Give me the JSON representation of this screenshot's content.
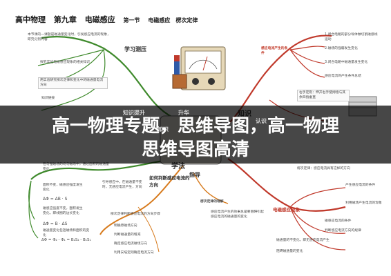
{
  "header": {
    "subject": "高中物理",
    "chapter": "第九章",
    "title": "电磁感应",
    "section": "第一节",
    "topic": "电磁感应　楞次定律"
  },
  "center": {
    "upper_label": "知识",
    "left_label": "学法",
    "right_label": "指导",
    "banner_top_left": "升华",
    "banner_top_right": "知识",
    "banner_right": "认识",
    "banner_left": "知识提升"
  },
  "banner": {
    "line1": "高一物理专题，思维导图，高一物理",
    "line2": "思维导图高清"
  },
  "left_top": {
    "intro": "本节课的一课题是磁通量变化时，引发感应电流的现象，研究分别内容",
    "branch": "学习测压",
    "n1": "探究实验电磁感应现象的相关知识",
    "n2": "用实验研究楞次定律和变化中的磁通量电流方向",
    "n3": "知识链接"
  },
  "left_bottom": {
    "n1": "在匀强磁场的均匀磁场中，通过面积的磁通量变化",
    "n2": "面积不变，磁感应强度发生变化",
    "f1": "ΔΦ = ΔB · S",
    "n3": "磁感应强度不变，面积发生变化，即线圈的边长变化",
    "f2": "ΔΦ = B · ΔS",
    "n4": "磁通量变化包括磁场和面积的变化",
    "f3": "ΔΦ = Φ₂ - Φ₁ = B₂S₂ - B₁S₁"
  },
  "center_bottom": {
    "q": "如何判断感应电流的方向",
    "n1": "引导感应中，在磁通量不变时，无感应电流产生，方向",
    "n2": "楞次定律判断感应电流的方向步骤",
    "n3": "明确原磁场方向",
    "n4": "判断磁通量的增减",
    "n5": "确定感应电流磁场方向",
    "n6": "利用安培定则确定电流方向",
    "law": "楞次定律的理解",
    "law_text": "感应电流产生的效果总是要阻碍引起感应电流的磁通量的变化"
  },
  "right_top": {
    "q": "感应电流产生的条件",
    "n1": "1.闭合电路的部分导体做切割磁感线运动",
    "n2": "2.磁场的强弱发生变化",
    "n3": "3.闭合电路中磁通量发生变化",
    "n4": "感应电流的产生条件总结"
  },
  "right_middle": {
    "label": "电磁感应现象",
    "n1": "产生感应电流的条件",
    "n2": "利用磁场产生电流的现象",
    "n3": "右手定则：伸开右手使拇指与其余四指垂直",
    "n4": "楞次定律：感应电流具有这样的方向"
  },
  "right_bottom": {
    "n1": "磁感应电流的条件",
    "n2": "判断感应电流方向的规律",
    "n3": "磁通量的不变化，即无感应电流产生",
    "n4": "阻碍磁通量的变化"
  },
  "colors": {
    "red_branch": "#c0392b",
    "green_branch": "#3f8a2c",
    "orange_branch": "#d77a1c",
    "overlay": "#000000"
  }
}
